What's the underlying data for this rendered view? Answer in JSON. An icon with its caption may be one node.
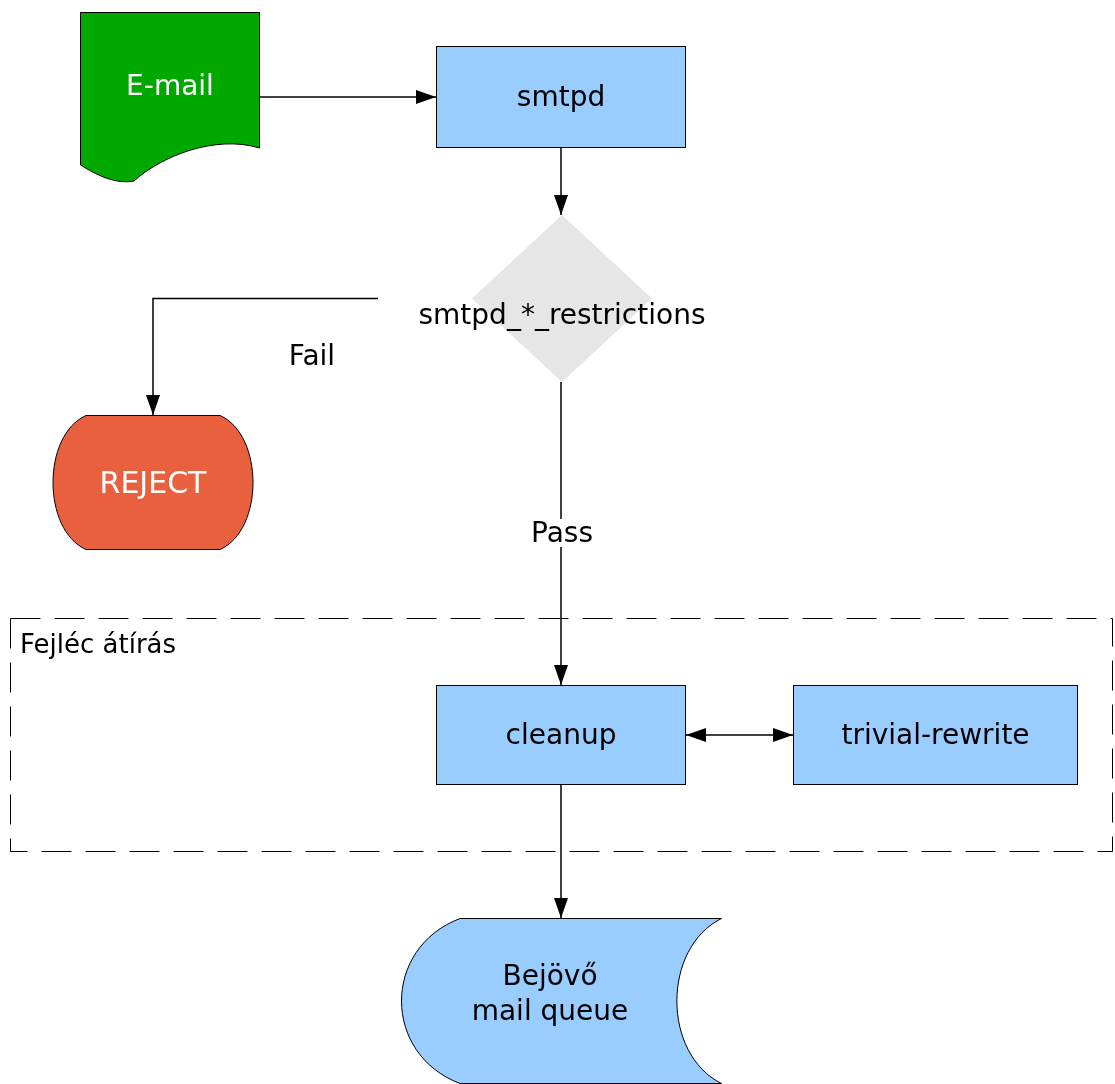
{
  "diagram": {
    "nodes": [
      {
        "text": [
          "E-mail"
        ]
      },
      {
        "text": [
          "smtpd"
        ]
      },
      {
        "text": [
          "smtpd_*_restrictions"
        ]
      },
      {
        "text": [
          "REJECT"
        ]
      },
      {
        "text": [
          "Fejléc átírás"
        ]
      },
      {
        "text": [
          "cleanup"
        ],
        "in": 4
      },
      {
        "text": [
          "trivial-rewrite"
        ],
        "in": 4
      },
      {
        "text": [
          "Bejövő mail queue"
        ]
      }
    ],
    "edges": [
      {
        "from": 0,
        "to": 1,
        "arrow": "to"
      },
      {
        "from": 1,
        "to": 2,
        "arrow": "to"
      },
      {
        "from": 2,
        "to": 3,
        "arrow": "to",
        "label": "Fail"
      },
      {
        "from": 2,
        "to": 5,
        "arrow": "to",
        "label": "Pass"
      },
      {
        "from": 5,
        "to": 6,
        "arrow": "both"
      },
      {
        "from": 5,
        "to": 7,
        "arrow": "to"
      }
    ]
  }
}
